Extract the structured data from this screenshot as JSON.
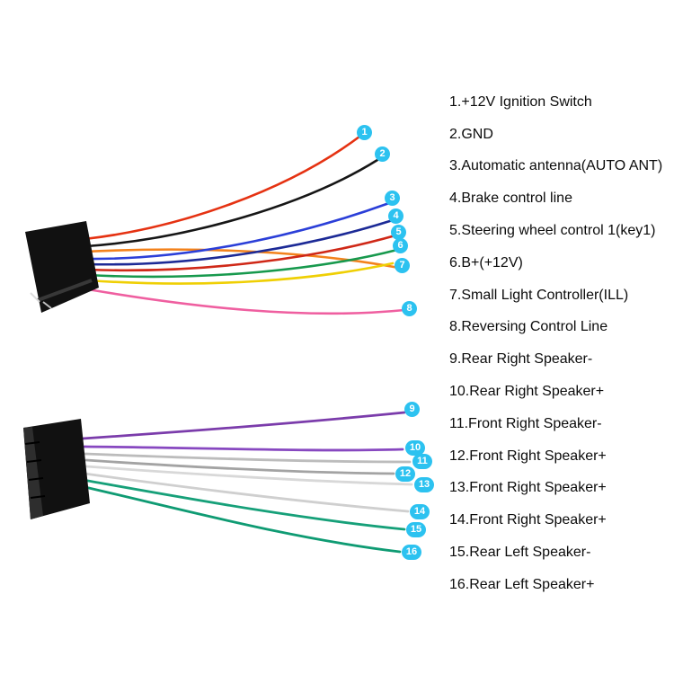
{
  "image": {
    "background": "#ffffff",
    "description_colors": {
      "badge_fill": "#2cc2f0",
      "badge_text": "#ffffff",
      "legend_text": "#0b0b0b"
    }
  },
  "connector": {
    "body_color": "#111111",
    "edge_color": "#2e2e2e",
    "pin_color": "#dcdcdc"
  },
  "extra_strand": {
    "color": "#efcf04"
  },
  "wires": [
    {
      "number": "1",
      "color": "#e53212"
    },
    {
      "number": "2",
      "color": "#161616"
    },
    {
      "number": "3",
      "color": "#2b3fd8"
    },
    {
      "number": "4",
      "color": "#1c2a96"
    },
    {
      "number": "5",
      "color": "#cf2817"
    },
    {
      "number": "6",
      "color": "#17994d"
    },
    {
      "number": "7",
      "color": "#f3821c"
    },
    {
      "number": "8",
      "color": "#ef5fa0"
    },
    {
      "number": "9",
      "color": "#7b3cab"
    },
    {
      "number": "10",
      "color": "#8748c0"
    },
    {
      "number": "11",
      "color": "#bcbcbc"
    },
    {
      "number": "12",
      "color": "#a3a3a3"
    },
    {
      "number": "13",
      "color": "#d8d8d8"
    },
    {
      "number": "14",
      "color": "#cfcfcf"
    },
    {
      "number": "15",
      "color": "#16a079"
    },
    {
      "number": "16",
      "color": "#0f9b73"
    }
  ],
  "legend": {
    "items": [
      {
        "text": "1.+12V Ignition Switch"
      },
      {
        "text": "2.GND"
      },
      {
        "text": "3.Automatic antenna(AUTO ANT)"
      },
      {
        "text": "4.Brake control line"
      },
      {
        "text": "5.Steering wheel control 1(key1)"
      },
      {
        "text": "6.B+(+12V)"
      },
      {
        "text": "7.Small Light Controller(ILL)"
      },
      {
        "text": "8.Reversing Control Line"
      },
      {
        "text": "9.Rear Right Speaker-"
      },
      {
        "text": "10.Rear Right Speaker+"
      },
      {
        "text": "11.Front Right Speaker-"
      },
      {
        "text": "12.Front Right Speaker+"
      },
      {
        "text": "13.Front Right Speaker+"
      },
      {
        "text": "14.Front Right Speaker+"
      },
      {
        "text": "15.Rear Left Speaker-"
      },
      {
        "text": "16.Rear Left Speaker+"
      }
    ]
  }
}
